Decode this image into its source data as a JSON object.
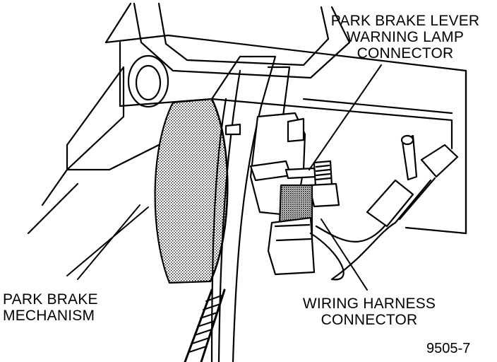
{
  "labels": {
    "lamp_connector": [
      "PARK BRAKE LEVER",
      "WARNING LAMP",
      "CONNECTOR"
    ],
    "mechanism": [
      "PARK BRAKE",
      "MECHANISM"
    ],
    "harness_connector": [
      "WIRING HARNESS",
      "CONNECTOR"
    ]
  },
  "figure_id": "9505-7",
  "colors": {
    "ink": "#000000",
    "paper": "#ffffff",
    "shade": "#8a8a8a"
  }
}
